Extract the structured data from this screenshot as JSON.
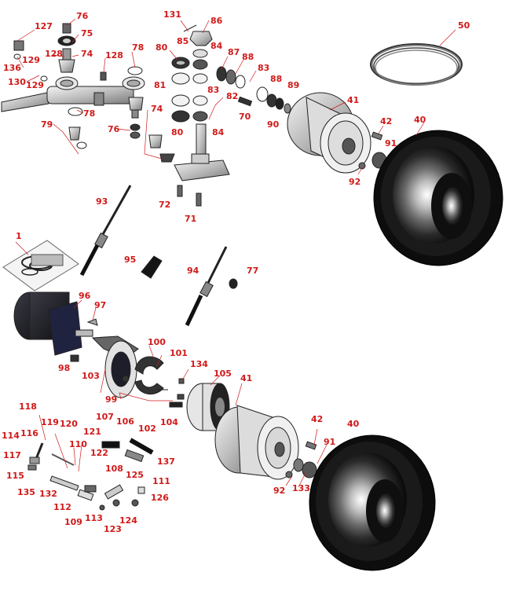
{
  "diagram": {
    "type": "exploded-parts",
    "callouts": [
      {
        "id": "c127",
        "text": "127"
      },
      {
        "id": "c76a",
        "text": "76"
      },
      {
        "id": "c75",
        "text": "75"
      },
      {
        "id": "c128a",
        "text": "128"
      },
      {
        "id": "c74a",
        "text": "74"
      },
      {
        "id": "c136",
        "text": "136"
      },
      {
        "id": "c129a",
        "text": "129"
      },
      {
        "id": "c130",
        "text": "130"
      },
      {
        "id": "c129b",
        "text": "129"
      },
      {
        "id": "c128b",
        "text": "128"
      },
      {
        "id": "c78a",
        "text": "78"
      },
      {
        "id": "c78b",
        "text": "78"
      },
      {
        "id": "c79",
        "text": "79"
      },
      {
        "id": "c74b",
        "text": "74"
      },
      {
        "id": "c76b",
        "text": "76"
      },
      {
        "id": "c131",
        "text": "131"
      },
      {
        "id": "c86",
        "text": "86"
      },
      {
        "id": "c85",
        "text": "85"
      },
      {
        "id": "c84a",
        "text": "84"
      },
      {
        "id": "c80a",
        "text": "80"
      },
      {
        "id": "c87",
        "text": "87"
      },
      {
        "id": "c88a",
        "text": "88"
      },
      {
        "id": "c83a",
        "text": "83"
      },
      {
        "id": "c81",
        "text": "81"
      },
      {
        "id": "c83b",
        "text": "83"
      },
      {
        "id": "c82",
        "text": "82"
      },
      {
        "id": "c80b",
        "text": "80"
      },
      {
        "id": "c84b",
        "text": "84"
      },
      {
        "id": "c88b",
        "text": "88"
      },
      {
        "id": "c89",
        "text": "89"
      },
      {
        "id": "c70",
        "text": "70"
      },
      {
        "id": "c90",
        "text": "90"
      },
      {
        "id": "c41a",
        "text": "41"
      },
      {
        "id": "c42a",
        "text": "42"
      },
      {
        "id": "c91a",
        "text": "91"
      },
      {
        "id": "c40a",
        "text": "40"
      },
      {
        "id": "c92a",
        "text": "92"
      },
      {
        "id": "c50",
        "text": "50"
      },
      {
        "id": "c72",
        "text": "72"
      },
      {
        "id": "c71",
        "text": "71"
      },
      {
        "id": "c93",
        "text": "93"
      },
      {
        "id": "c1",
        "text": "1"
      },
      {
        "id": "c95",
        "text": "95"
      },
      {
        "id": "c94",
        "text": "94"
      },
      {
        "id": "c77",
        "text": "77"
      },
      {
        "id": "c96",
        "text": "96"
      },
      {
        "id": "c97",
        "text": "97"
      },
      {
        "id": "c100",
        "text": "100"
      },
      {
        "id": "c101",
        "text": "101"
      },
      {
        "id": "c134",
        "text": "134"
      },
      {
        "id": "c105",
        "text": "105"
      },
      {
        "id": "c41b",
        "text": "41"
      },
      {
        "id": "c98",
        "text": "98"
      },
      {
        "id": "c103",
        "text": "103"
      },
      {
        "id": "c99",
        "text": "99"
      },
      {
        "id": "c102",
        "text": "102"
      },
      {
        "id": "c104",
        "text": "104"
      },
      {
        "id": "c118",
        "text": "118"
      },
      {
        "id": "c119",
        "text": "119"
      },
      {
        "id": "c120",
        "text": "120"
      },
      {
        "id": "c114",
        "text": "114"
      },
      {
        "id": "c116",
        "text": "116"
      },
      {
        "id": "c121",
        "text": "121"
      },
      {
        "id": "c107",
        "text": "107"
      },
      {
        "id": "c106",
        "text": "106"
      },
      {
        "id": "c110",
        "text": "110"
      },
      {
        "id": "c117",
        "text": "117"
      },
      {
        "id": "c122",
        "text": "122"
      },
      {
        "id": "c115",
        "text": "115"
      },
      {
        "id": "c137",
        "text": "137"
      },
      {
        "id": "c108",
        "text": "108"
      },
      {
        "id": "c135",
        "text": "135"
      },
      {
        "id": "c132",
        "text": "132"
      },
      {
        "id": "c125",
        "text": "125"
      },
      {
        "id": "c111",
        "text": "111"
      },
      {
        "id": "c112",
        "text": "112"
      },
      {
        "id": "c126",
        "text": "126"
      },
      {
        "id": "c109",
        "text": "109"
      },
      {
        "id": "c113",
        "text": "113"
      },
      {
        "id": "c124",
        "text": "124"
      },
      {
        "id": "c123",
        "text": "123"
      },
      {
        "id": "c42b",
        "text": "42"
      },
      {
        "id": "c40b",
        "text": "40"
      },
      {
        "id": "c91b",
        "text": "91"
      },
      {
        "id": "c92b",
        "text": "92"
      },
      {
        "id": "c133",
        "text": "133"
      }
    ]
  },
  "colors": {
    "callout": "#d11a1a",
    "tire": "#111111",
    "metal": "#c8c8c8",
    "motor": "#1c1c22"
  }
}
